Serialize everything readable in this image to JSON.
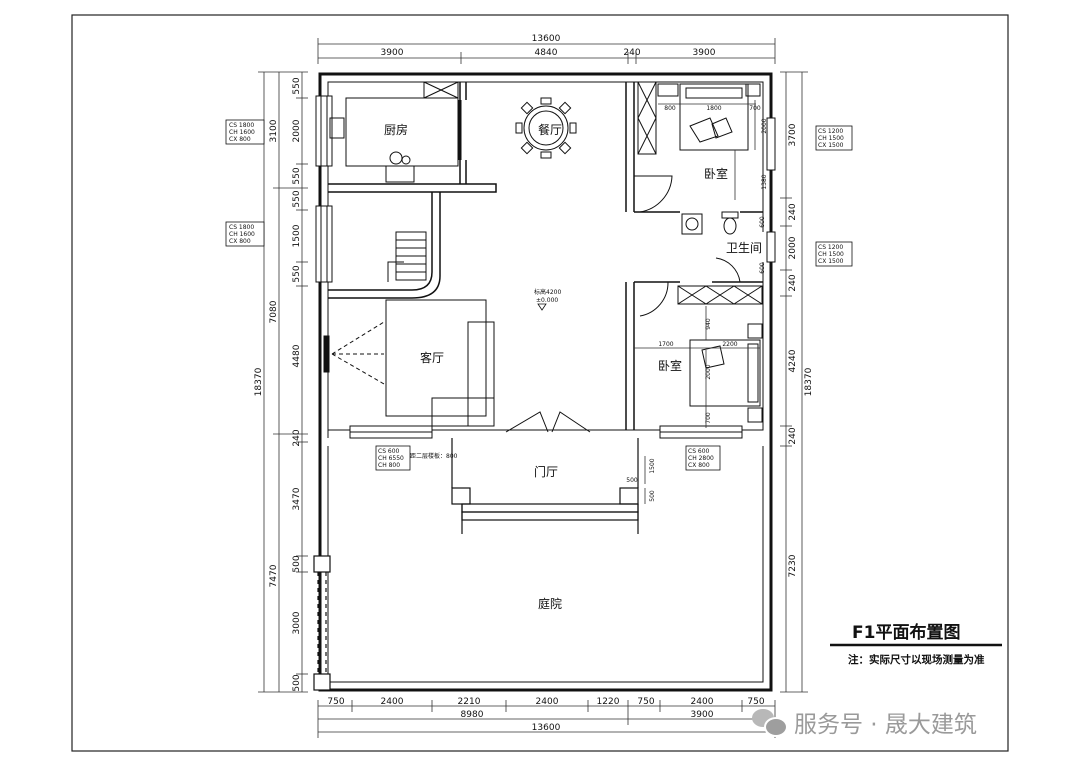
{
  "title": "F1平面布置图",
  "note": "注：实际尺寸以现场测量为准",
  "watermark": "服务号 · 晟大建筑",
  "rooms": {
    "kitchen": "厨房",
    "dining": "餐厅",
    "bedroom1": "卧室",
    "bathroom": "卫生间",
    "living": "客厅",
    "bedroom2": "卧室",
    "foyer": "门厅",
    "courtyard": "庭院"
  },
  "level_mark": {
    "height": "标高4200",
    "zero": "±0.000"
  },
  "dims": {
    "top_total": "13600",
    "top_1": "3900",
    "top_2": "4840",
    "top_3": "240",
    "top_4": "3900",
    "bottom_1": "750",
    "bottom_2": "2400",
    "bottom_3": "2210",
    "bottom_4": "2400",
    "bottom_5": "1220",
    "bottom_6": "750",
    "bottom_7": "2400",
    "bottom_8": "750",
    "bottom_sub_left": "8980",
    "bottom_sub_right": "3900",
    "bottom_total": "13600",
    "left_1": "550",
    "left_2": "2000",
    "left_3": "550",
    "left_4": "550",
    "left_5": "1500",
    "left_6": "550",
    "left_7": "4480",
    "left_8": "240",
    "left_9": "3470",
    "left_10": "500",
    "left_11": "3000",
    "left_12": "500",
    "left_mid_a": "3100",
    "left_mid_b": "7080",
    "left_mid_c": "7470",
    "left_total": "18370",
    "right_1": "3700",
    "right_2": "240",
    "right_3": "2000",
    "right_4": "240",
    "right_5": "4240",
    "right_6": "240",
    "right_7": "7230",
    "right_total": "18370",
    "bed1_a": "800",
    "bed1_b": "1800",
    "bed1_c": "700",
    "bed1_d": "2000",
    "bed1_e": "1380",
    "bath_a": "600",
    "bath_b": "600",
    "bed2_a": "940",
    "bed2_b": "1700",
    "bed2_c": "2200",
    "bed2_d": "2000",
    "bed2_e": "700",
    "foyer_a": "1500",
    "foyer_b": "500",
    "foyer_c": "500"
  },
  "windows": [
    {
      "label": "CS 1800\nCH 1600\nCX 800"
    },
    {
      "label": "CS 1800\nCH 1600\nCX 800"
    },
    {
      "label": "CS 1200\nCH 1500\nCX 1500"
    },
    {
      "label": "CS 1200\nCH 1500\nCX 1500"
    },
    {
      "label": "CS 600\nCH 6550\nCH 800"
    },
    {
      "label": "CS 600\nCH 2800\nCX 800"
    }
  ],
  "stair_note": "距二层楼板：800"
}
